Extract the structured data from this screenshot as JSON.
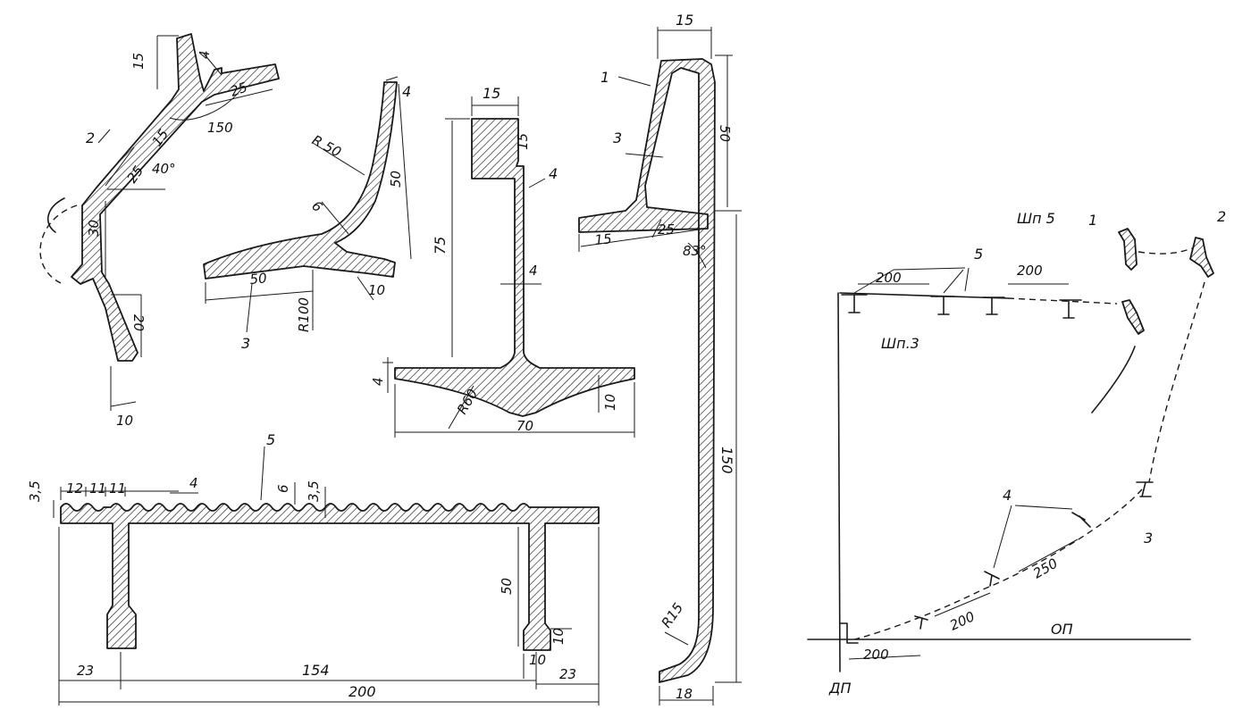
{
  "profile_1": {
    "number": "1",
    "dims": [
      "15",
      "3",
      "50",
      "15",
      "25",
      "83°",
      "150",
      "R15",
      "18"
    ]
  },
  "profile_2": {
    "number": "2",
    "dims": [
      "15",
      "4",
      "25",
      "150",
      "15",
      "25",
      "40°",
      "30",
      "20",
      "10"
    ]
  },
  "profile_3": {
    "number": "3",
    "dims": [
      "4",
      "R 50",
      "50",
      "6",
      "50",
      "10",
      "R100"
    ]
  },
  "profile_4": {
    "number": "4",
    "dims": [
      "15",
      "15",
      "75",
      "4",
      "4",
      "R60",
      "70",
      "10"
    ]
  },
  "profile_5": {
    "number": "5",
    "dims": [
      "3,5",
      "12",
      "11",
      "11",
      "4",
      "6",
      "3,5",
      "50",
      "10",
      "10",
      "23",
      "154",
      "23",
      "200"
    ]
  },
  "layout": {
    "title_5": "Шп 5",
    "title_3": "Шп.3",
    "num_1": "1",
    "num_2": "2",
    "num_3": "3",
    "num_4": "4",
    "num_5": "5",
    "dim_200_a": "200",
    "dim_200_b": "200",
    "dim_250": "250",
    "dim_200_c": "200",
    "dim_200_d": "200",
    "op": "ОП",
    "dp": "ДП"
  }
}
